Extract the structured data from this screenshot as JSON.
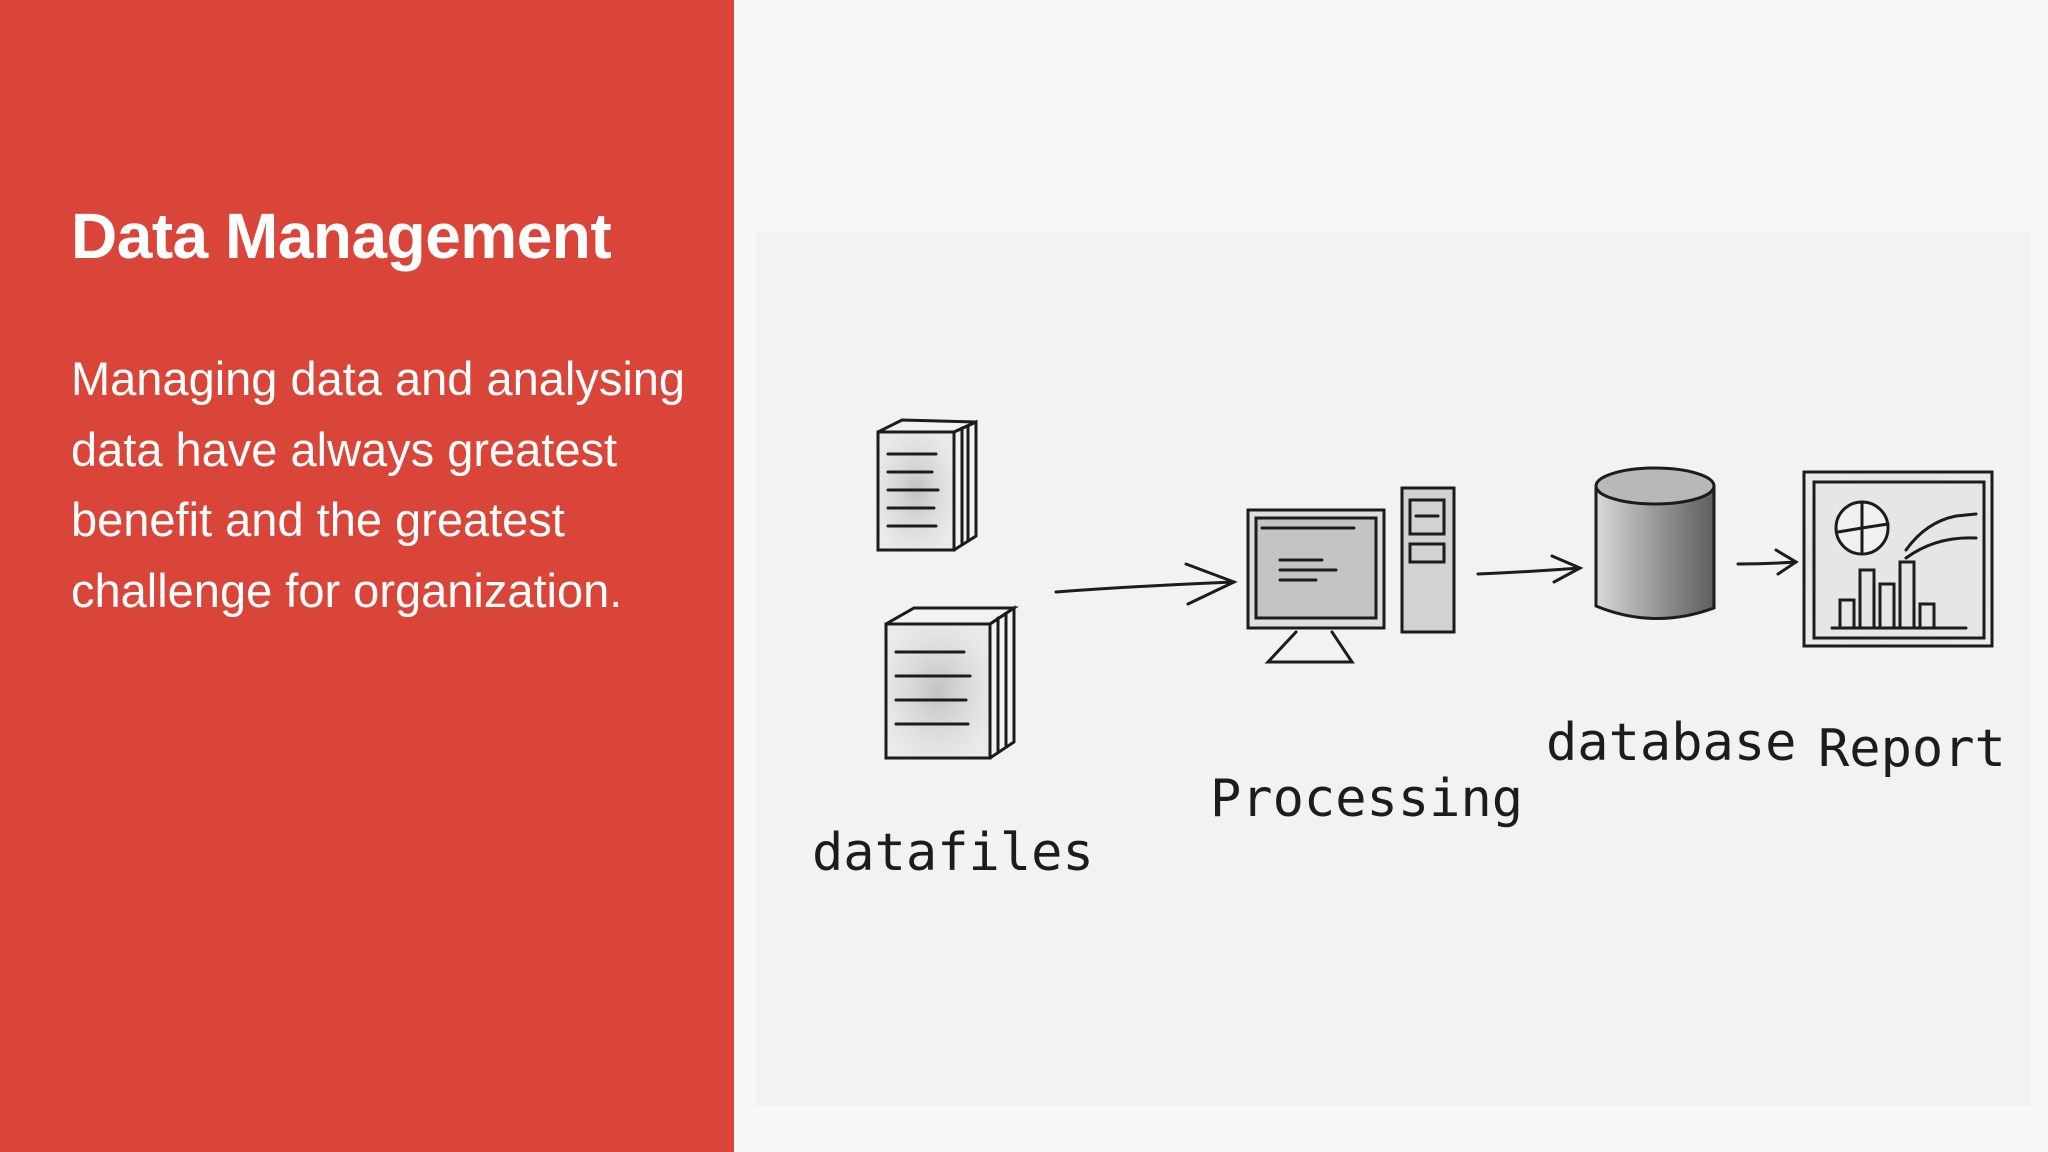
{
  "slide": {
    "title": "Data Management",
    "body": "Managing data and analysing data have always greatest benefit and the greatest challenge for organization."
  },
  "sketch": {
    "labels": {
      "datafiles": "datafiles",
      "processing": "Processing",
      "database": "database",
      "report": "Report"
    }
  },
  "colors": {
    "accent_red": "#d94639",
    "background": "#f7f8f7",
    "ink": "#1c1c1c"
  }
}
